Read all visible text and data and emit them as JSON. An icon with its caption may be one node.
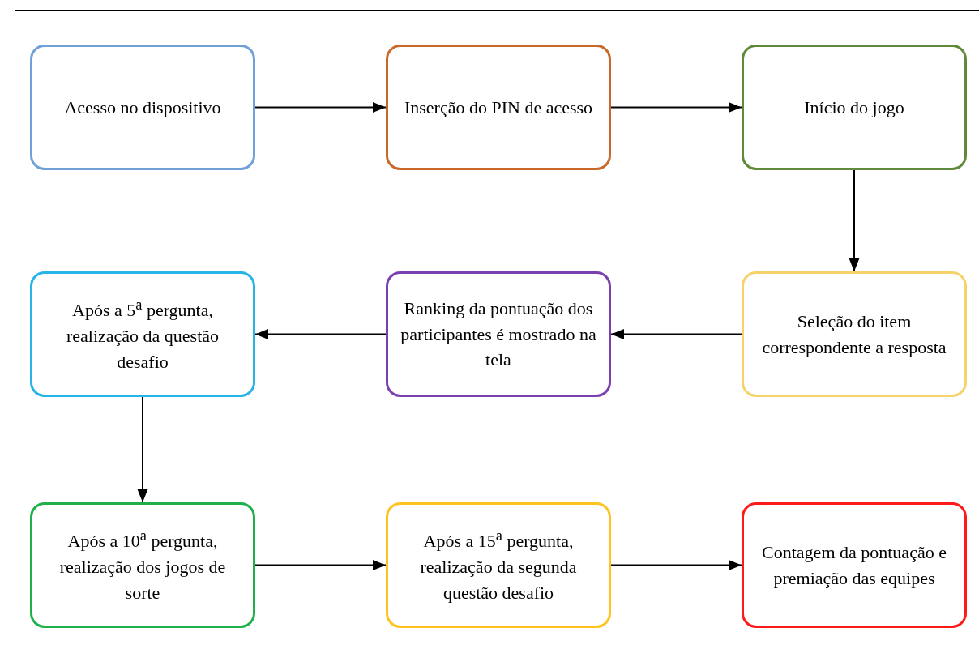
{
  "diagram": {
    "nodes": [
      {
        "text": [
          "Acesso no dispositivo"
        ]
      },
      {
        "text": [
          "Inserção do PIN de acesso"
        ]
      },
      {
        "text": [
          "Início do jogo"
        ]
      },
      {
        "text": [
          "Após a 5$^{a}$ pergunta, realização da questão desafio"
        ]
      },
      {
        "text": [
          "Ranking da pontuação dos participantes é mostrado na tela"
        ]
      },
      {
        "text": [
          "Seleção do item correspondente a resposta"
        ]
      },
      {
        "text": [
          "Após a 10$^{a}$ pergunta, realização dos jogos de sorte"
        ]
      },
      {
        "text": [
          "Após a 15$^{a}$ pergunta, realização da segunda questão desafio"
        ]
      },
      {
        "text": [
          "Contagem da pontuação e premiação das equipes"
        ]
      }
    ],
    "edges": [
      {
        "from": 0,
        "to": 1,
        "arrow": "to"
      },
      {
        "from": 1,
        "to": 2,
        "arrow": "to"
      },
      {
        "from": 2,
        "to": 5,
        "arrow": "to"
      },
      {
        "from": 5,
        "to": 4,
        "arrow": "to"
      },
      {
        "from": 4,
        "to": 3,
        "arrow": "to"
      },
      {
        "from": 3,
        "to": 6,
        "arrow": "to"
      },
      {
        "from": 6,
        "to": 7,
        "arrow": "to"
      },
      {
        "from": 7,
        "to": 8,
        "arrow": "to"
      }
    ]
  }
}
